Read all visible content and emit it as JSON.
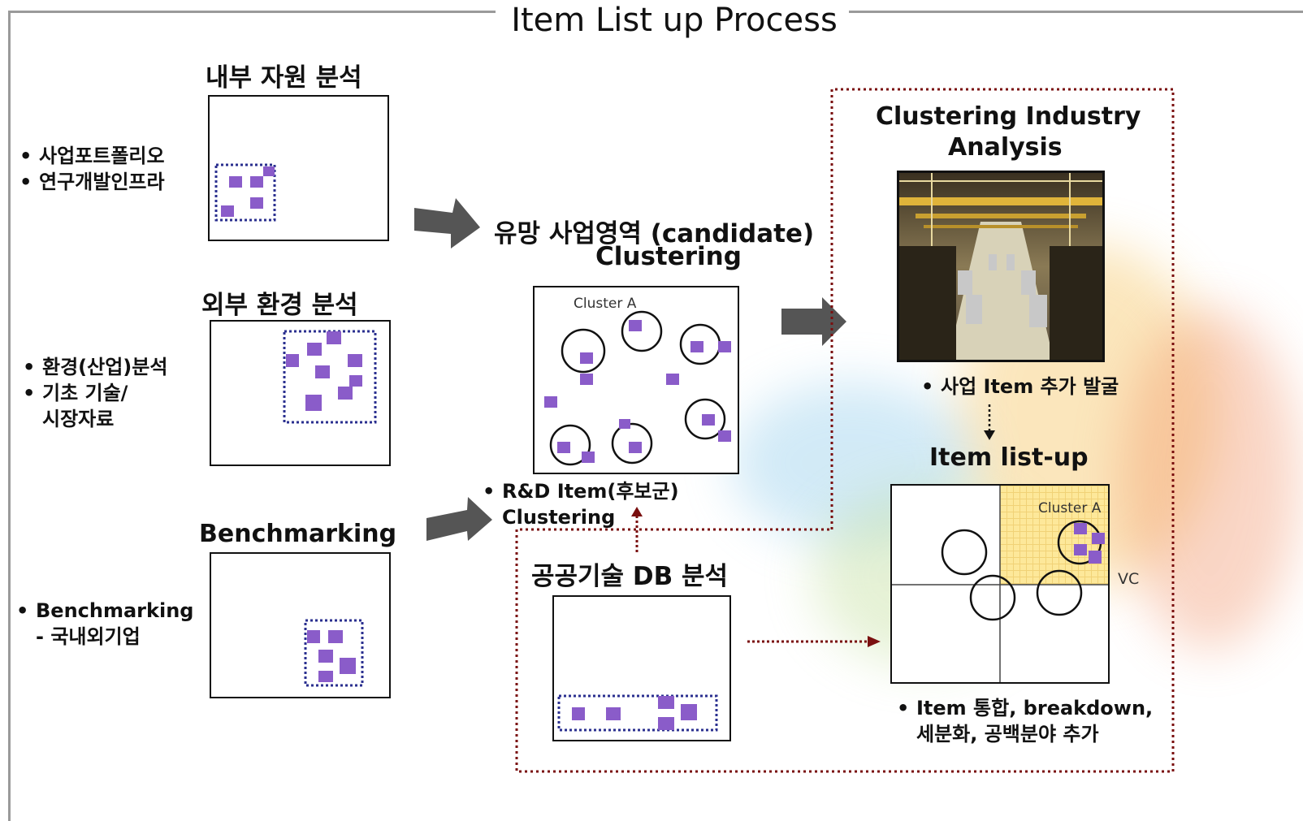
{
  "title": "Item List up Process",
  "colors": {
    "square": "#8a5cc9",
    "dotted_frame": "#2a2f8f",
    "dashed_red": "#7a0f0f",
    "arrow_gray": "#555555",
    "highlight": "#fde89a"
  },
  "left": {
    "internal": {
      "heading": "내부 자원 분석",
      "bullets": [
        "사업포트폴리오",
        "연구개발인프라"
      ]
    },
    "external": {
      "heading": "외부 환경 분석",
      "bullets": [
        "환경(산업)분석",
        "기초 기술/",
        "시장자료"
      ]
    },
    "benchmarking": {
      "heading": "Benchmarking",
      "bullets": [
        "Benchmarking",
        "- 국내외기업"
      ]
    }
  },
  "middle": {
    "heading_line1": "유망 사업영역 (candidate)",
    "heading_line2": "Clustering",
    "cluster_label": "Cluster A",
    "bullet_line1": "R&D Item(후보군)",
    "bullet_line2": "Clustering",
    "db_heading": "공공기술 DB 분석"
  },
  "right": {
    "heading_line1": "Clustering Industry",
    "heading_line2": "Analysis",
    "photo_name": "factory-photo",
    "bullet": "사업 Item 추가 발굴",
    "listup_heading": "Item list-up",
    "quadrant_cluster_label": "Cluster A",
    "vc_label": "VC",
    "bottom_line1": "Item 통합, breakdown,",
    "bottom_line2": "세분화, 공백분야  추가"
  }
}
